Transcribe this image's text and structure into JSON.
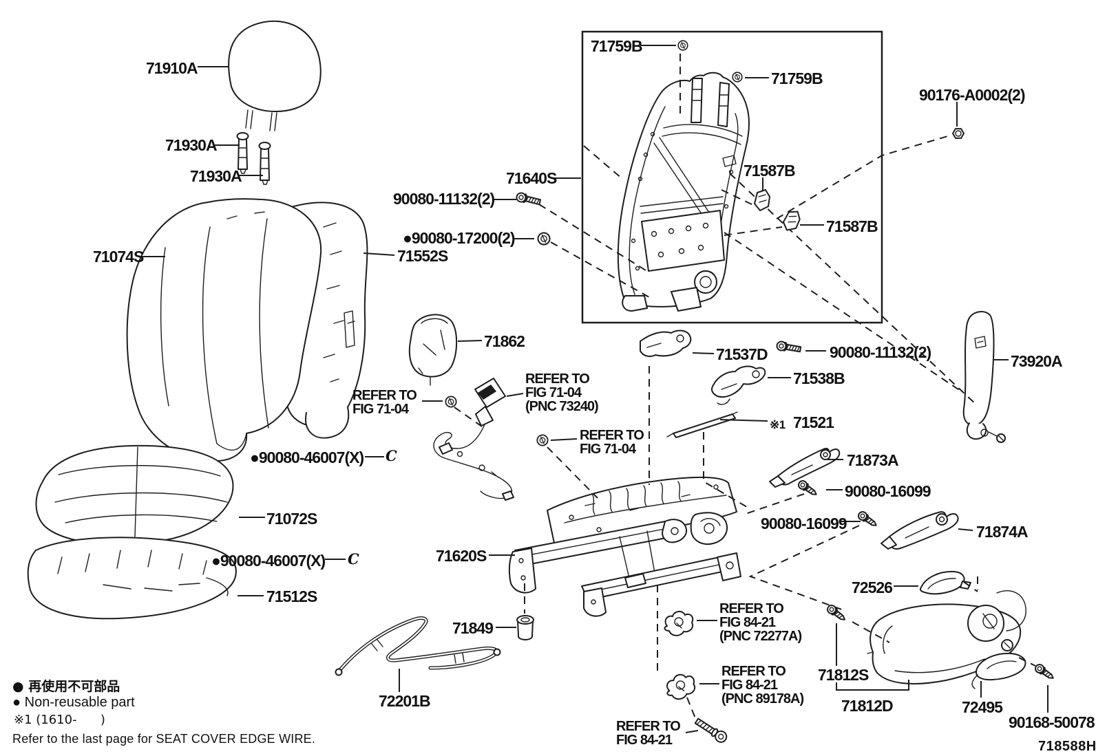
{
  "page": {
    "background": "#ffffff",
    "ink": "#1c1c1c"
  },
  "diagram_id": "718588H",
  "labels": {
    "headrest": "71910A",
    "headrest_guide_1": "71930A",
    "headrest_guide_2": "71930A",
    "grommet_top_left": "71759B",
    "grommet_top_right": "71759B",
    "nut_back_frame": "90176-A0002(2)",
    "back_frame": "71640S",
    "bolt_upper": "90080-11132(2)",
    "grommet_mid": "●90080-17200(2)",
    "back_pad": "71552S",
    "back_cover": "71074S",
    "shield_small": "71862",
    "bracket_upper": "71537D",
    "bolt_lower": "90080-11132(2)",
    "clip_1": "71587B",
    "clip_2": "71587B",
    "belt_guide_trim": "73920A",
    "bracket_lower": "71538B",
    "refer_7104_a": "REFER TO\nFIG 71-04",
    "refer_7104_b": "REFER TO\nFIG 71-04\n(PNC 73240)",
    "refer_7104_c": "REFER TO\nFIG 71-04",
    "edge_wire_prefix": "※1",
    "edge_wire": "71521",
    "track_bracket_inner": "71873A",
    "screw_inner": "90080-16099",
    "screw_outer": "90080-16099",
    "track_bracket_outer": "71874A",
    "hinge_cover": "72526",
    "adjuster": "71620S",
    "cushion_cover": "71072S",
    "cushion_clip_a": "●90080-46007(X)",
    "cushion_clip_b": "●90080-46007(X)",
    "clip_c_mark_a": "C",
    "clip_c_mark_b": "C",
    "cushion_pad": "71512S",
    "bush": "71849",
    "wire_rod": "72201B",
    "refer_8421_a": "REFER TO\nFIG 84-21\n(PNC 72277A)",
    "refer_8421_b": "REFER TO\nFIG 84-21\n(PNC 89178A)",
    "refer_8421_c": "REFER TO\nFIG 84-21",
    "shield_assy": "71812S",
    "shield_panel": "71812D",
    "recline_handle": "72495",
    "screw_handle": "90168-50078"
  },
  "legend": {
    "non_reusable_jp": "● 再使用不可部品",
    "non_reusable_en": "● Non-reusable part",
    "note_applicability": "※1 (1610-      )",
    "note_edge_wire": "Refer to the last page for SEAT COVER EDGE WIRE."
  }
}
